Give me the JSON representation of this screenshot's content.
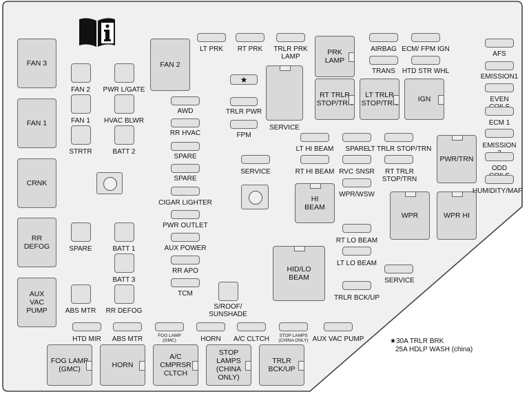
{
  "icon": "manual-info-icon",
  "colors": {
    "panel": "#f0f0f0",
    "fuse": "#e2e2e2",
    "border": "#6a6a6a"
  },
  "fuses": {
    "fan3": "FAN 3",
    "fan1": "FAN 1",
    "crnk": "CRNK",
    "rr_defog": "RR\nDEFOG",
    "aux_vac_pump": "AUX\nVAC\nPUMP",
    "fan2_relay": "FAN 2",
    "fan2": "FAN 2",
    "fan1_small": "FAN 1",
    "strtr": "STRTR",
    "pwr_lgate": "PWR L/GATE",
    "hvac_blwr": "HVAC BLWR",
    "batt2": "BATT 2",
    "spare_left": "SPARE",
    "batt1": "BATT 1",
    "batt3": "BATT 3",
    "abs_mtr_top": "ABS MTR",
    "rr_defog_small": "RR DEFOG",
    "awd": "AWD",
    "rr_hvac": "RR HVAC",
    "spare1": "SPARE",
    "spare2": "SPARE",
    "cigar_lighter": "CIGAR LIGHTER",
    "pwr_outlet": "PWR OUTLET",
    "aux_power": "AUX POWER",
    "rr_apo": "RR APO",
    "tcm": "TCM",
    "s_roof": "S/ROOF/\nSUNSHADE",
    "lt_prk": "LT PRK",
    "rt_prk": "RT PRK",
    "trlr_prk_lamp": "TRLR PRK\nLAMP",
    "star": "★",
    "trlr_pwr": "TRLR PWR",
    "fpm": "FPM",
    "service_big": "SERVICE",
    "service_mid": "SERVICE",
    "prk_lamp": "PRK\nLAMP",
    "airbag": "AIRBAG",
    "ecm_fpm_ign": "ECM/ FPM IGN",
    "trans": "TRANS",
    "htd_str_whl": "HTD STR WHL",
    "rt_trlr_stop": "RT TRLR\nSTOP/TRN",
    "lt_trlr_stop": "LT TRLR\nSTOP/TRN",
    "ign": "IGN",
    "lt_hi_beam": "LT HI BEAM",
    "spare_mid": "SPARE",
    "lt_trlr_stop_trn": "LT TRLR STOP/TRN",
    "rt_hi_beam": "RT HI BEAM",
    "rvc_snsr": "RVC SNSR",
    "rt_trlr_stop_trn": "RT TRLR\nSTOP/TRN",
    "hi_beam": "HI\nBEAM",
    "wpr_wsw": "WPR/WSW",
    "pwr_trn": "PWR/TRN",
    "wpr": "WPR",
    "wpr_hi": "WPR HI",
    "rt_lo_beam": "RT LO BEAM",
    "lt_lo_beam": "LT LO BEAM",
    "hid_lo_beam": "HID/LO\nBEAM",
    "service_right": "SERVICE",
    "trlr_bck_up": "TRLR BCK/UP",
    "afs": "AFS",
    "emission1": "EMISSION1",
    "even_coils": "EVEN COILS",
    "ecm1": "ECM 1",
    "emission2": "EMISSION 2",
    "odd_coils": "ODD COILS",
    "humidity_maf": "HUMIDITY/MAF",
    "htd_mir": "HTD MIR",
    "abs_mtr": "ABS MTR",
    "fog_lamp_gmc_small": "FOG LAMP\n(GMC)",
    "horn_small": "HORN",
    "ac_cltch": "A/C CLTCH",
    "stop_lamps_small": "STOP LAMPS\n(CHINA ONLY)",
    "aux_vac_pump_small": "AUX VAC PUMP",
    "fog_lamp_gmc": "FOG LAMP\n(GMC)",
    "horn": "HORN",
    "ac_cmprsr": "A/C\nCMPRSR\nCLTCH",
    "stop_lamps": "STOP\nLAMPS\n(CHINA\nONLY)",
    "trlr_bck_up_big": "TRLR\nBCK/UP"
  },
  "legend": {
    "line1": "★30A TRLR BRK",
    "line2": "25A HDLP WASH (china)"
  }
}
